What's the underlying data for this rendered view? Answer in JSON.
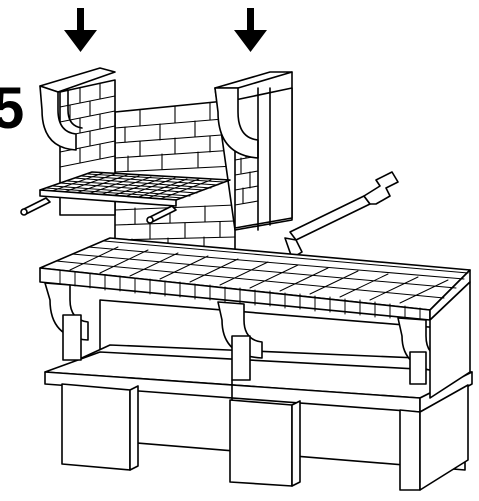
{
  "figure": {
    "step_number": "5",
    "colors": {
      "stroke": "#000000",
      "fill": "#ffffff"
    },
    "arrows": [
      "down-arrow-icon",
      "down-arrow-icon"
    ],
    "parts": [
      "brick-chimney",
      "grill-grate",
      "bbq-tool",
      "tiled-worktop",
      "base-cabinet"
    ]
  }
}
